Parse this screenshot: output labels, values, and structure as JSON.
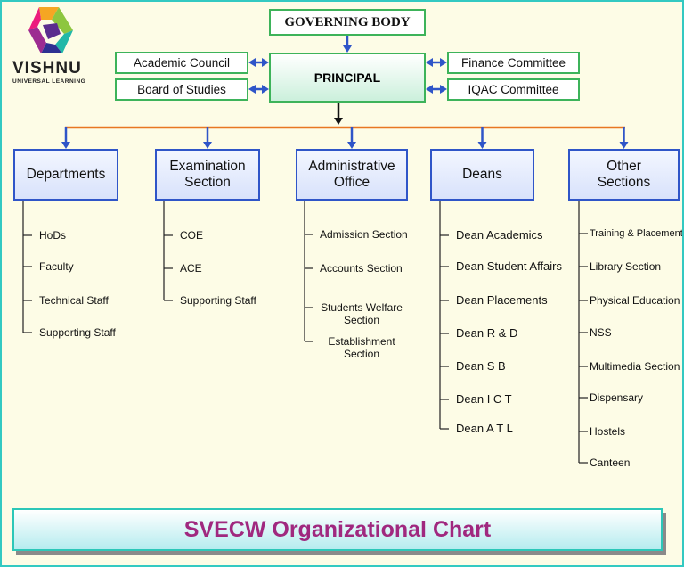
{
  "logo": {
    "name": "VISHNU",
    "tagline": "UNIVERSAL LEARNING"
  },
  "top": {
    "governing": "GOVERNING BODY",
    "principal": "PRINCIPAL",
    "left": [
      "Academic Council",
      "Board of Studies"
    ],
    "right": [
      "Finance Committee",
      "IQAC Committee"
    ]
  },
  "branches": [
    {
      "title": [
        "Departments"
      ],
      "items": [
        [
          "HoDs"
        ],
        [
          "Faculty"
        ],
        [
          "Technical Staff"
        ],
        [
          "Supporting Staff"
        ]
      ]
    },
    {
      "title": [
        "Examination",
        "Section"
      ],
      "items": [
        [
          "COE"
        ],
        [
          "ACE"
        ],
        [
          "Supporting Staff"
        ]
      ]
    },
    {
      "title": [
        "Administrative",
        "Office"
      ],
      "items": [
        [
          "Admission Section"
        ],
        [
          "Accounts Section"
        ],
        [
          "Students Welfare",
          "Section"
        ],
        [
          "Establishment",
          "Section"
        ]
      ]
    },
    {
      "title": [
        "Deans"
      ],
      "items": [
        [
          "Dean Academics"
        ],
        [
          "Dean Student Affairs"
        ],
        [
          "Dean Placements"
        ],
        [
          "Dean R & D"
        ],
        [
          "Dean S B"
        ],
        [
          "Dean I C T"
        ],
        [
          "Dean A T L"
        ]
      ]
    },
    {
      "title": [
        "Other",
        "Sections"
      ],
      "items": [
        [
          "Training & Placements"
        ],
        [
          "Library Section"
        ],
        [
          "Physical Education"
        ],
        [
          "NSS"
        ],
        [
          "Multimedia Section"
        ],
        [
          "Dispensary"
        ],
        [
          "Hostels"
        ],
        [
          "Canteen"
        ]
      ]
    }
  ],
  "banner": "SVECW Organizational Chart",
  "colors": {
    "green": "#3db35a",
    "blue": "#2f55c8",
    "orange": "#e87722",
    "magenta": "#a0287f",
    "teal": "#33c9c2"
  }
}
